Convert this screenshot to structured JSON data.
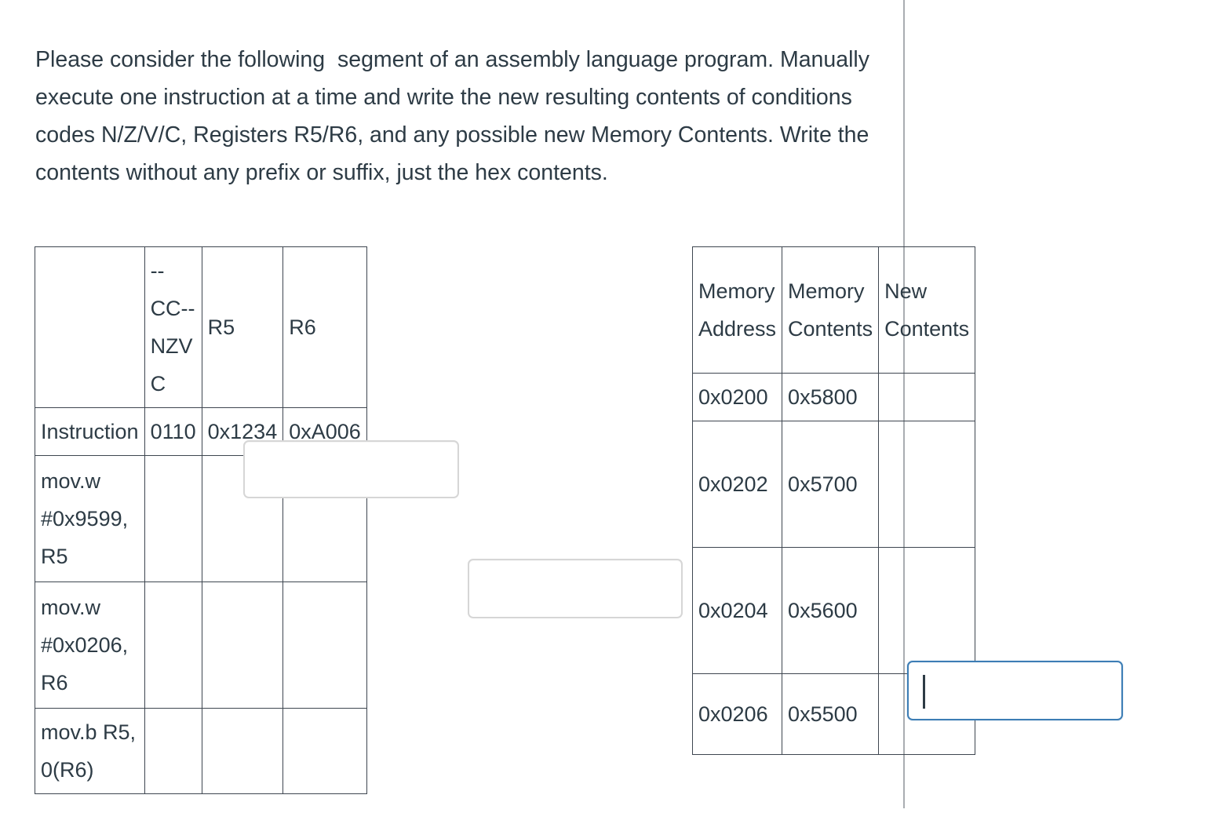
{
  "prompt": {
    "text": "Please consider the following  segment of an assembly language program. Manually execute one instruction at a time and write the new resulting contents of conditions codes N/Z/V/C, Registers R5/R6, and any possible new Memory Contents. Write the contents without any prefix or suffix, just the hex contents."
  },
  "table": {
    "headers": {
      "instruction": "",
      "cc": "--CC--\nNZVC",
      "r5": "R5",
      "r6": "R6",
      "memory_address": "Memory Address",
      "memory_contents": "Memory Contents",
      "new_contents": "New Contents"
    },
    "rows": [
      {
        "instruction": "Instruction",
        "cc": "0110",
        "r5": "0x1234",
        "r6": "0xA006",
        "memory_address": "0x0200",
        "memory_contents": "0x5800",
        "new_contents": ""
      },
      {
        "instruction": "mov.w #0x9599, R5",
        "cc": "",
        "r5": "",
        "r6": "",
        "memory_address": "0x0202",
        "memory_contents": "0x5700",
        "new_contents": ""
      },
      {
        "instruction": "mov.w #0x0206, R6",
        "cc": "",
        "r5": "",
        "r6": "",
        "memory_address": "0x0204",
        "memory_contents": "0x5600",
        "new_contents": ""
      },
      {
        "instruction": "mov.b  R5, 0(R6)",
        "cc": "",
        "r5": "",
        "r6": "",
        "memory_address": "0x0206",
        "memory_contents": "0x5500",
        "new_contents": ""
      }
    ]
  },
  "inputs": {
    "r5_answer": {
      "value": "",
      "placeholder": ""
    },
    "r6_answer": {
      "value": "",
      "placeholder": ""
    },
    "new_contents_answer": {
      "value": "",
      "placeholder": "",
      "focused": true
    }
  },
  "colors": {
    "text": "#2d3b45",
    "table_border": "#3e4650",
    "input_border": "#d6d6d6",
    "input_border_focus": "#3c7db5",
    "page_divider": "#a9adb1"
  }
}
